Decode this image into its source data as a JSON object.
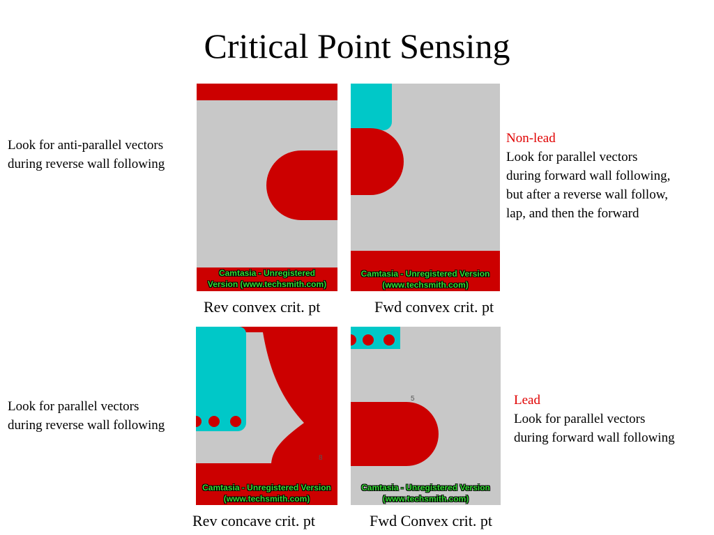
{
  "title": "Critical Point Sensing",
  "notes": {
    "top_left": [
      "Look for anti-parallel vectors",
      "during reverse wall following"
    ],
    "top_right": {
      "label": "Non-lead",
      "lines": [
        "Look for parallel vectors",
        "during forward wall following,",
        "but after a reverse wall follow,",
        "lap, and then the forward"
      ]
    },
    "bottom_left": [
      "Look for parallel vectors",
      "during reverse wall following"
    ],
    "bottom_right": {
      "label": "Lead",
      "lines": [
        "Look for parallel vectors",
        "during forward wall following"
      ]
    }
  },
  "panels": [
    {
      "caption": "Rev convex crit. pt",
      "watermark": [
        "Camtasia - Unregistered",
        "Version (www.techsmith.com)"
      ],
      "marker": ""
    },
    {
      "caption": "Fwd convex crit. pt",
      "watermark": [
        "Camtasia - Unregistered Version",
        "(www.techsmith.com)"
      ],
      "marker": ""
    },
    {
      "caption": "Rev concave crit. pt",
      "watermark": [
        "Camtasia - Unregistered Version",
        "(www.techsmith.com)"
      ],
      "marker": "8"
    },
    {
      "caption": "Fwd Convex crit. pt",
      "watermark": [
        "Camtasia - Unregistered Version",
        "(www.techsmith.com)"
      ],
      "marker": "5"
    }
  ],
  "colors": {
    "obstacle": "#cc0000",
    "robot": "#00c8c8",
    "background": "#c8c8c8",
    "highlight": "#e00000"
  }
}
